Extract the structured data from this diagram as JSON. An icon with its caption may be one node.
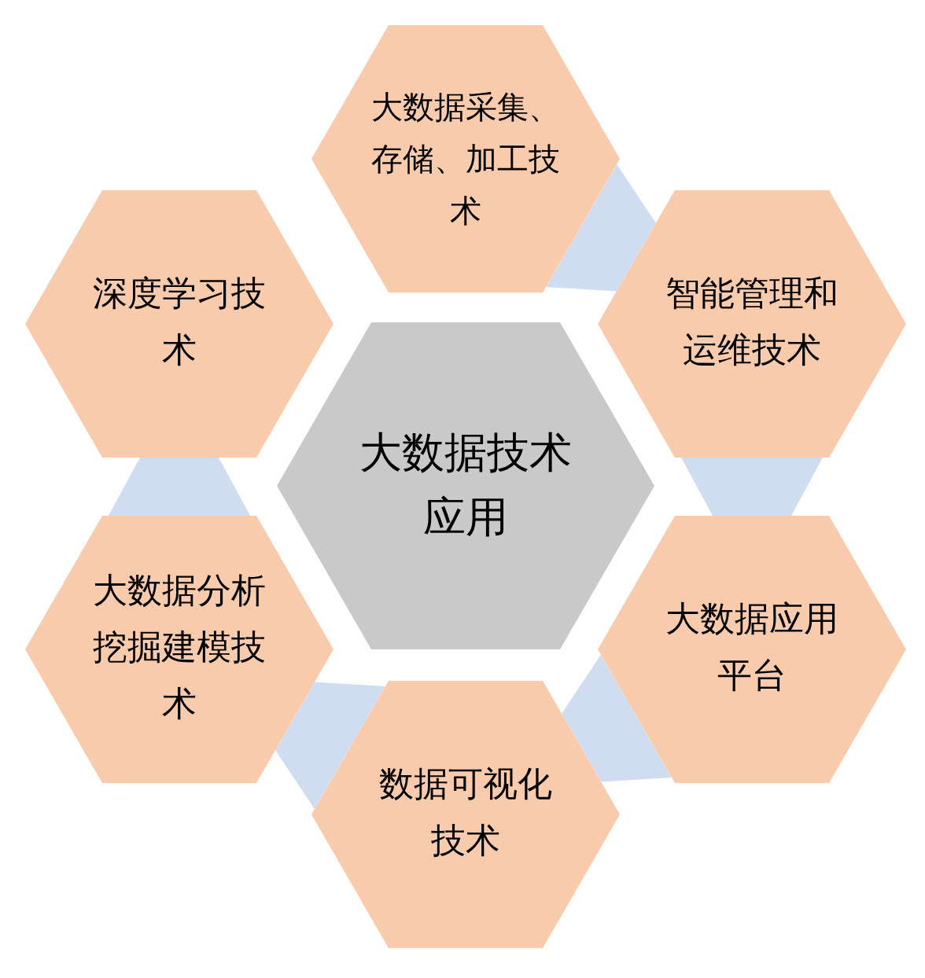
{
  "diagram": {
    "nodes": [
      {
        "text": [
          "大数据采集、存储、加工技术"
        ]
      },
      {
        "text": [
          "深度学习技术"
        ]
      },
      {
        "text": [
          "智能管理和运维技术"
        ]
      },
      {
        "text": [
          "大数据技术应用"
        ]
      },
      {
        "text": [
          "大数据分析挖掘建模技术"
        ]
      },
      {
        "text": [
          "大数据应用平台"
        ]
      },
      {
        "text": [
          "数据可视化技术"
        ]
      }
    ],
    "edges": [
      {
        "from": 0,
        "to": 2,
        "arrow": "none",
        "style": "thick"
      },
      {
        "from": 2,
        "to": 5,
        "arrow": "none",
        "style": "thick"
      },
      {
        "from": 5,
        "to": 6,
        "arrow": "none",
        "style": "thick"
      },
      {
        "from": 6,
        "to": 4,
        "arrow": "none",
        "style": "thick"
      },
      {
        "from": 4,
        "to": 1,
        "arrow": "none",
        "style": "thick"
      }
    ]
  }
}
